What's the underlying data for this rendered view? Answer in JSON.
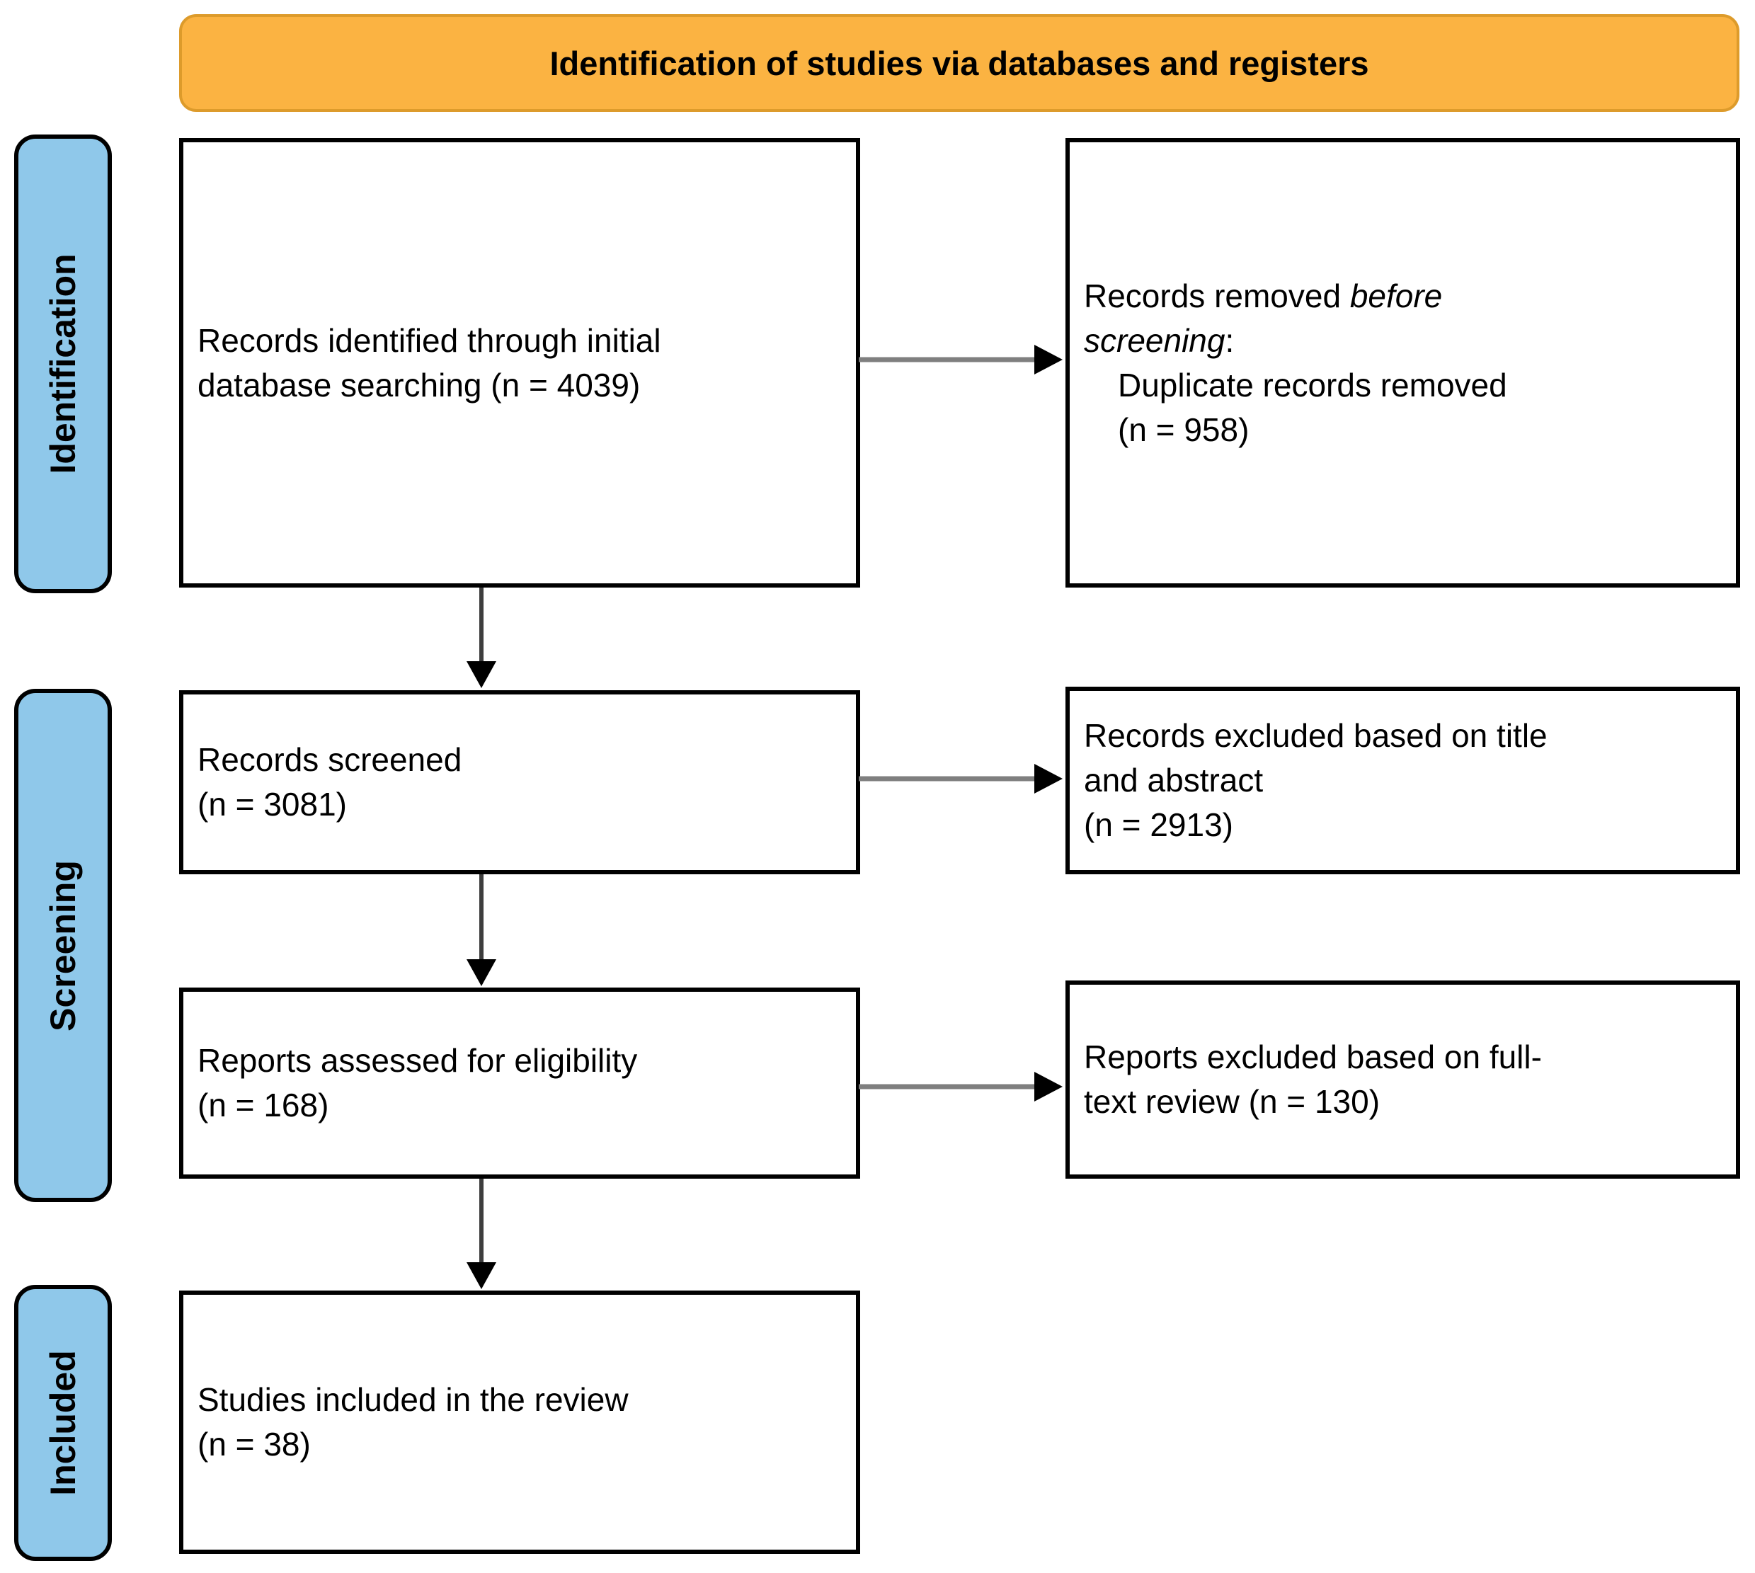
{
  "banner": {
    "title": "Identification of studies via databases and registers",
    "bg_color": "#FBB342",
    "border_color": "#DD9B2B"
  },
  "stages": {
    "identification": "Identification",
    "screening": "Screening",
    "included": "Included",
    "bg_color": "#8FC8EA"
  },
  "boxes": {
    "records_identified": {
      "line1": "Records identified through initial",
      "line2": "database searching (n = 4039)",
      "n": 4039
    },
    "records_removed": {
      "line1_prefix": "Records removed ",
      "line1_italic": "before screening",
      "line1_suffix": ":",
      "line2": "Duplicate records removed",
      "line3": "(n = 958)",
      "n": 958
    },
    "records_screened": {
      "line1": "Records screened",
      "line2": "(n = 3081)",
      "n": 3081
    },
    "records_excluded": {
      "line1": "Records excluded based on title",
      "line2": "and abstract",
      "line3": "(n = 2913)",
      "n": 2913
    },
    "reports_assessed": {
      "line1": "Reports assessed for eligibility",
      "line2": "(n = 168)",
      "n": 168
    },
    "reports_excluded": {
      "line1": "Reports excluded based on full-",
      "line2": "text review (n = 130)",
      "n": 130
    },
    "studies_included": {
      "line1": "Studies included in the review",
      "line2": "(n = 38)",
      "n": 38
    }
  }
}
